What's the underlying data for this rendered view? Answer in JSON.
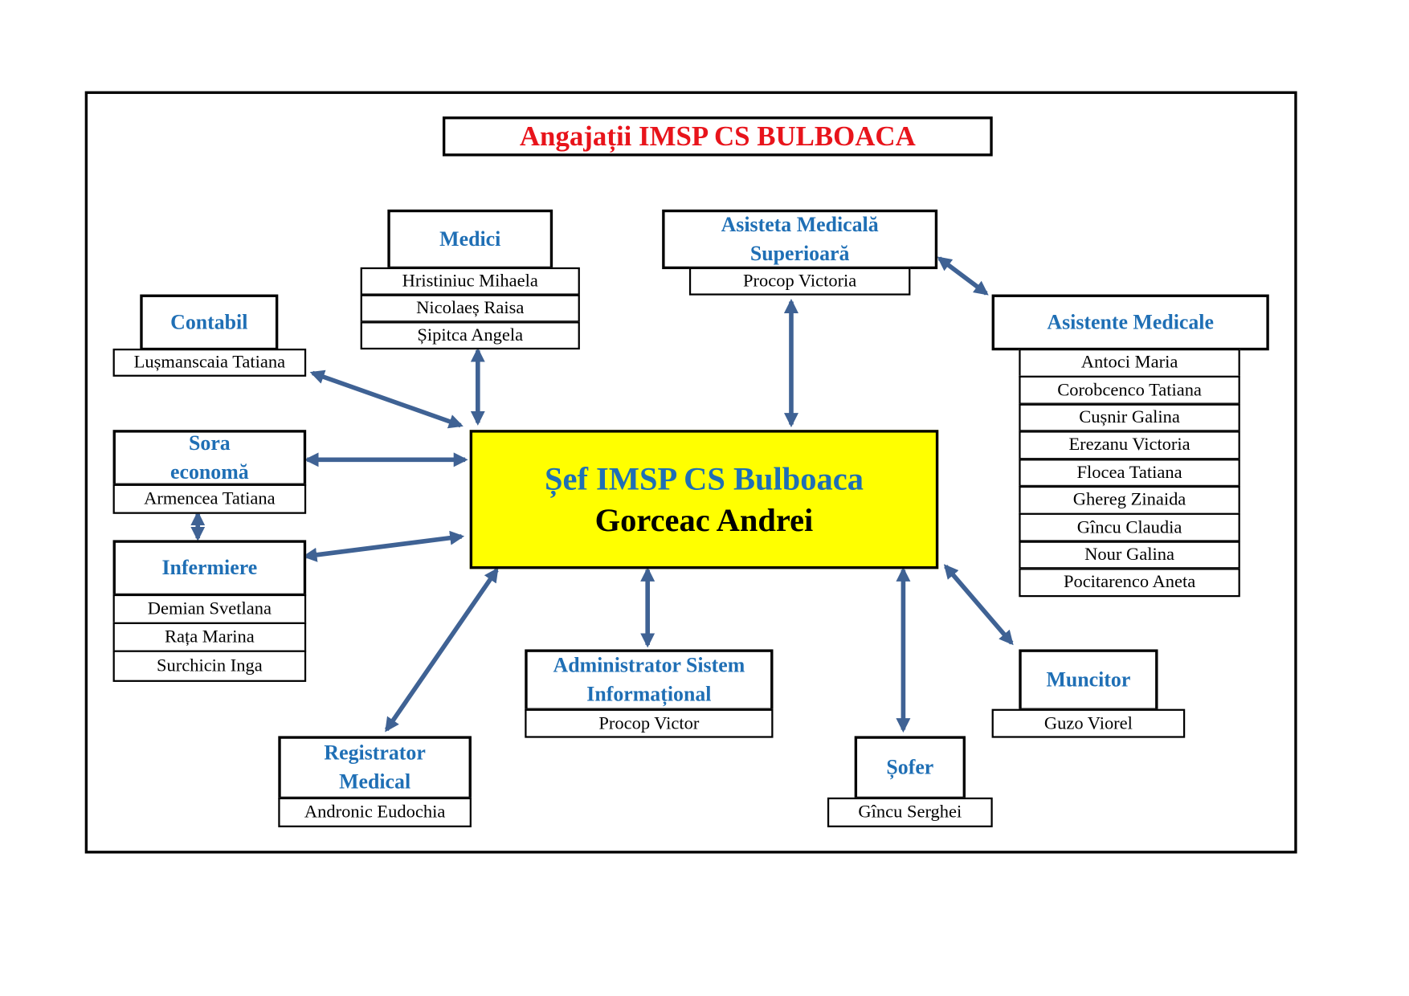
{
  "title": "Angajații IMSP CS BULBOACA",
  "chief": {
    "role": "Șef IMSP CS Bulboaca",
    "name": "Gorceac Andrei"
  },
  "groups": {
    "medici": {
      "title": "Medici",
      "members": [
        "Hristiniuc Mihaela",
        "Nicolaeș Raisa",
        "Șipitca Angela"
      ]
    },
    "asistenta_superioara": {
      "title_line1": "Asisteta Medicală",
      "title_line2": "Superioară",
      "members": [
        "Procop Victoria"
      ]
    },
    "contabil": {
      "title": "Contabil",
      "members": [
        "Lușmanscaia Tatiana"
      ]
    },
    "asistente": {
      "title": "Asistente Medicale",
      "members": [
        "Antoci Maria",
        "Corobcenco Tatiana",
        "Cușnir Galina",
        "Erezanu Victoria",
        "Flocea Tatiana",
        "Ghereg Zinaida",
        "Gîncu Claudia",
        "Nour Galina",
        "Pocitarenco Aneta"
      ]
    },
    "sora": {
      "title_line1": "Sora",
      "title_line2": "economă",
      "members": [
        "Armencea Tatiana"
      ]
    },
    "infermiere": {
      "title": "Infermiere",
      "members": [
        "Demian Svetlana",
        "Rața Marina",
        "Surchicin Inga"
      ]
    },
    "admin": {
      "title_line1": "Administrator Sistem",
      "title_line2": "Informațional",
      "members": [
        "Procop Victor"
      ]
    },
    "registrator": {
      "title_line1": "Registrator",
      "title_line2": "Medical",
      "members": [
        "Andronic Eudochia"
      ]
    },
    "sofer": {
      "title": "Șofer",
      "members": [
        "Gîncu Serghei"
      ]
    },
    "muncitor": {
      "title": "Muncitor",
      "members": [
        "Guzo Viorel"
      ]
    }
  },
  "colors": {
    "accent": "#1f6fb5",
    "title": "#e8141b",
    "chief_bg": "#ffff00",
    "arrow": "#3f6294"
  }
}
